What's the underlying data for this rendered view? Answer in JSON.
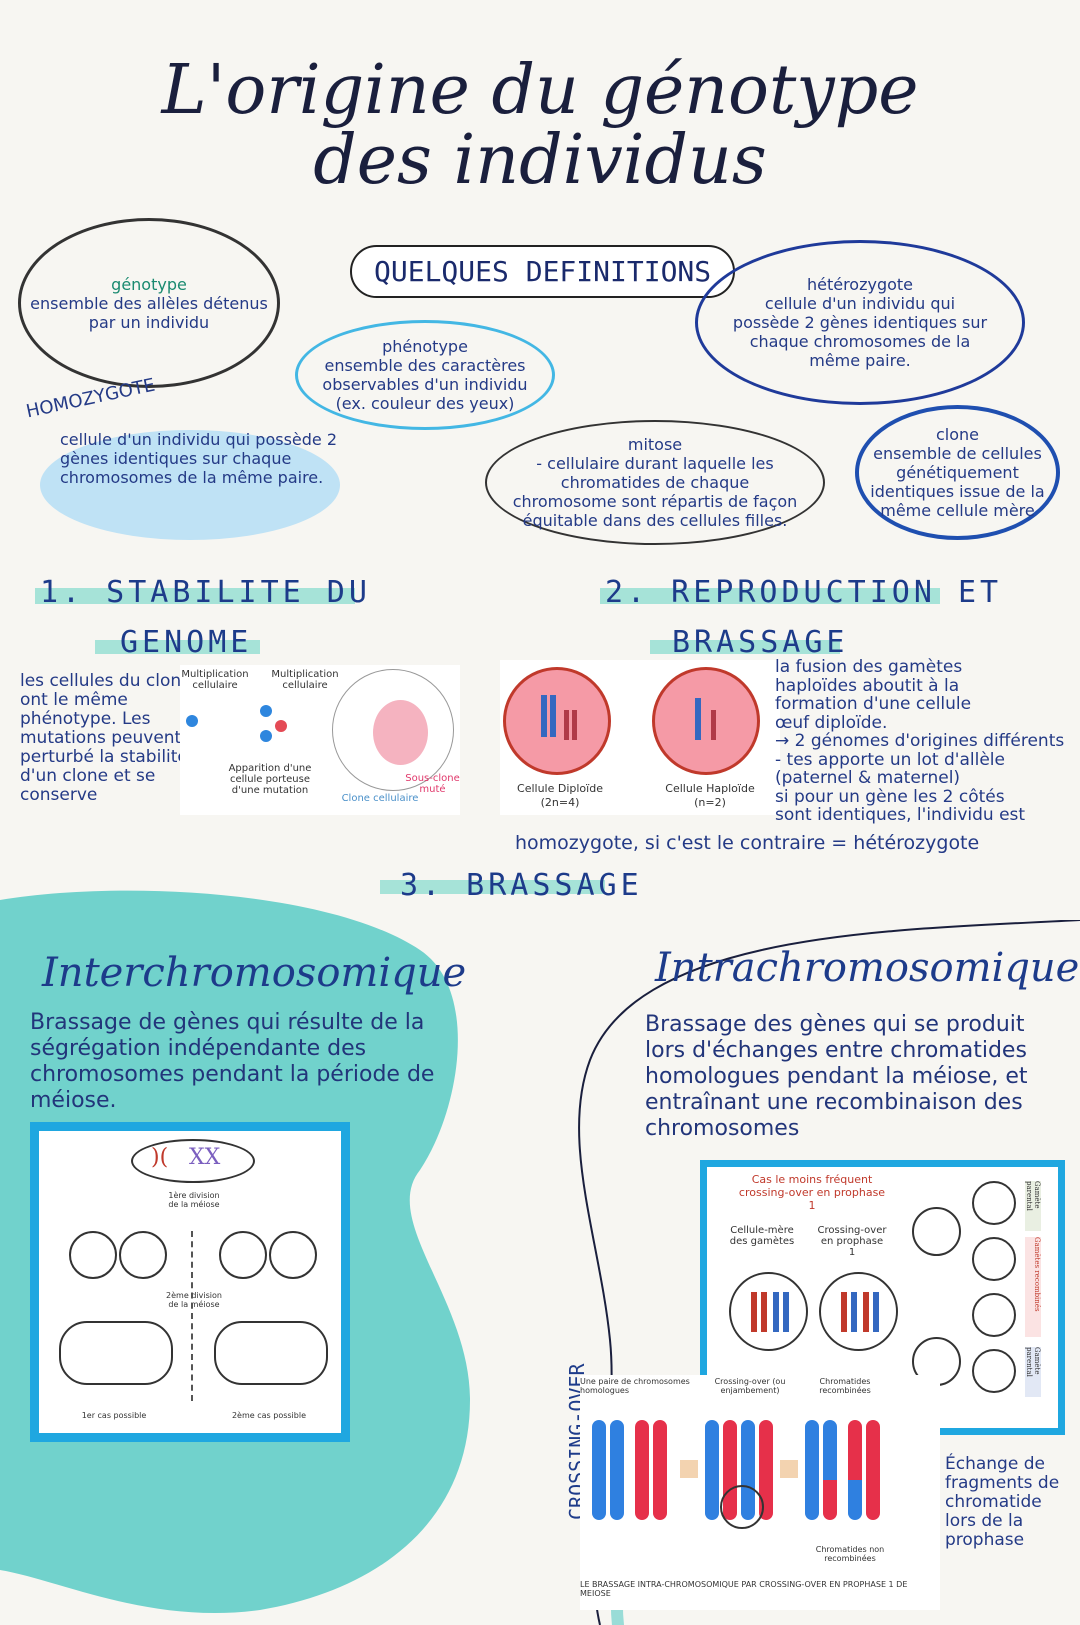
{
  "title": {
    "line1": "L'origine du génotype",
    "line2": "des individus"
  },
  "definitions": {
    "heading": "QUELQUES DEFINITIONS",
    "genotype": {
      "term": "génotype",
      "text": "ensemble des allèles détenus par un individu"
    },
    "phenotype": {
      "term": "phénotype",
      "text": "ensemble des caractères observables d'un individu (ex. couleur des yeux)"
    },
    "heterozygote": {
      "term": "hétérozygote",
      "text": "cellule d'un individu qui possède 2 gènes identiques sur chaque chromosomes de la même paire."
    },
    "homozygote": {
      "term": "HOMOZYGOTE",
      "text": "cellule d'un individu qui possède 2 gènes identiques sur chaque chromosomes de la même paire."
    },
    "mitose": {
      "term": "mitose",
      "text": "- cellulaire durant laquelle les chromatides de chaque chromosome sont répartis de façon équitable dans des cellules filles."
    },
    "clone": {
      "term": "clone",
      "text": "ensemble de cellules génétiquement identiques issue de la même cellule mère"
    }
  },
  "section1": {
    "heading_line1": "1. STABILITE DU",
    "heading_line2": "GENOME",
    "text": "les cellules du clone ont le même phénotype. Les mutations peuvent perturbé la stabilité d'un clone et se conserve",
    "diagram": {
      "label_mult1": "Multiplication cellulaire",
      "label_mult2": "Multiplication cellulaire",
      "label_mutation": "Apparition d'une cellule porteuse d'une mutation",
      "label_clone": "Clone cellulaire",
      "label_sousclone": "Sous-clone muté"
    }
  },
  "section2": {
    "heading_line1": "2. REPRODUCTION ET",
    "heading_line2": "BRASSAGE",
    "cell_diploid": "Cellule Diploïde",
    "cell_diploid_n": "(2n=4)",
    "cell_haploid": "Cellule Haploïde",
    "cell_haploid_n": "(n=2)",
    "text_lines": [
      "la fusion des gamètes",
      "haploïdes aboutit à la",
      "formation d'une cellule",
      "œuf diploïde.",
      "→ 2 génomes d'origines différents",
      "- tes apporte un lot d'allèle",
      "(paternel & maternel)",
      "si pour un gène les 2 côtés",
      "sont identiques, l'individu est"
    ],
    "last_line": "homozygote, si c'est le contraire = hétérozygote"
  },
  "section3": {
    "heading": "3. BRASSAGE"
  },
  "inter": {
    "title": "Interchromosomique",
    "text": "Brassage de gènes qui résulte de la ségrégation indépendante des chromosomes pendant la période de méiose.",
    "diagram": {
      "label_div1": "1ère division de la méiose",
      "label_div2": "2ème division de la méiose",
      "case1": "1er cas possible",
      "case2": "2ème cas possible"
    }
  },
  "intra": {
    "title": "Intrachromosomique",
    "text": "Brassage des gènes qui se produit lors d'échanges entre chromatides homologues pendant la méiose, et entraînant une recombinaison des chromosomes",
    "diagram": {
      "header": "Cas le moins fréquent crossing-over en prophase 1",
      "cell_mere": "Cellule-mère des gamètes",
      "crossing": "Crossing-over en prophase 1",
      "side_top": "Gamète parental",
      "side_mid": "Gamètes recombinés",
      "side_bot": "Gamète parental"
    },
    "crossing_label": "CROSSING-OVER",
    "crossing_diagram": {
      "label_pair": "Une paire de chromosomes homologues",
      "label_cross": "Crossing-over (ou enjambement)",
      "label_recomb": "Chromatides recombinées",
      "label_nonrecomb": "Chromatides non recombinées",
      "caption": "LE BRASSAGE INTRA-CHROMOSOMIQUE PAR CROSSING-OVER EN PROPHASE 1 DE MEIOSE"
    },
    "note": "Échange de fragments de chromatide lors de la prophase"
  },
  "colors": {
    "blue": "#1fa7e0",
    "mint": "#71d2cc",
    "red": "#e44a55",
    "pink": "#f59aa6",
    "ink": "#243a86"
  }
}
